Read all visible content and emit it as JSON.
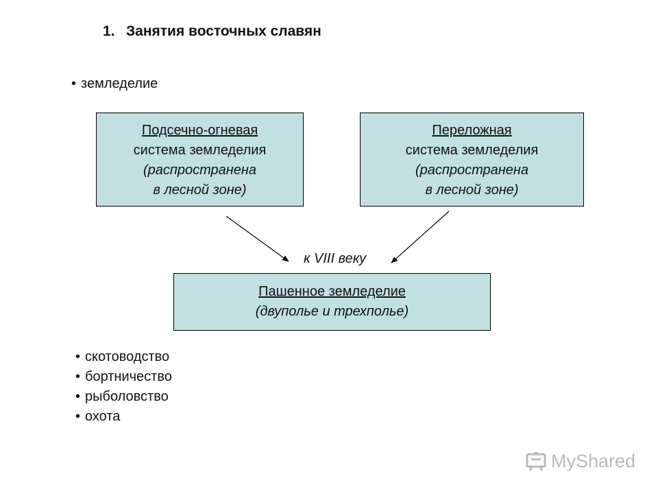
{
  "title": {
    "number": "1.",
    "text": "Занятия восточных славян"
  },
  "top_bullet": "земледелие",
  "boxes": {
    "left": {
      "heading": "Подсечно-огневая",
      "line2": "система земледелия",
      "line3": "(распространена",
      "line4": "в лесной зоне)"
    },
    "right": {
      "heading": "Переложная",
      "line2": "система земледелия",
      "line3": "(распространена",
      "line4": "в лесной зоне)"
    },
    "bottom": {
      "heading": "Пашенное земледелие",
      "line2": "(двуполье и трехполье)"
    }
  },
  "period_label": "к VIII веку",
  "other_bullets": [
    "скотоводство",
    "бортничество",
    "рыболовство",
    "охота"
  ],
  "bullet_symbol": "•",
  "watermark": {
    "text": "MyShared"
  },
  "colors": {
    "box_fill": "#c2e0e2",
    "box_border": "#000000"
  }
}
